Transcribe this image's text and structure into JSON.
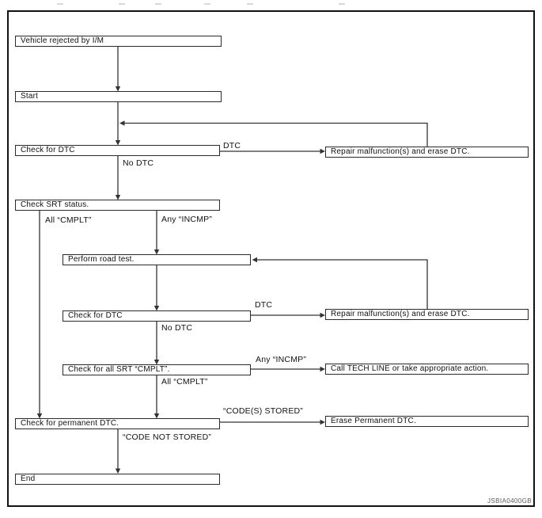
{
  "figure_code": "JSBIA0400GB",
  "colors": {
    "line": "#333333",
    "text": "#111111",
    "frame": "#121212"
  },
  "nodes": {
    "vehicle_rejected": {
      "label": "Vehicle rejected by I/M"
    },
    "start": {
      "label": "Start"
    },
    "check_dtc_1": {
      "label": "Check for DTC"
    },
    "repair_1": {
      "label": "Repair malfunction(s) and erase DTC."
    },
    "check_srt": {
      "label": "Check SRT status."
    },
    "road_test": {
      "label": "Perform road test."
    },
    "check_dtc_2": {
      "label": "Check for DTC"
    },
    "repair_2": {
      "label": "Repair malfunction(s) and erase DTC."
    },
    "check_all_srt": {
      "label": "Check for all SRT “CMPLT”."
    },
    "call_tech": {
      "label": "Call TECH LINE or take appropriate action."
    },
    "check_permanent": {
      "label": "Check for permanent DTC."
    },
    "erase_permanent": {
      "label": "Erase Permanent DTC."
    },
    "end": {
      "label": "End"
    }
  },
  "edge_labels": {
    "dtc_1": "DTC",
    "no_dtc_1": "No DTC",
    "all_cmplt_1": "All “CMPLT”",
    "any_incmp_1": "Any “INCMP”",
    "dtc_2": "DTC",
    "no_dtc_2": "No DTC",
    "any_incmp_2": "Any “INCMP”",
    "all_cmplt_2": "All “CMPLT”",
    "codes_stored": "“CODE(S) STORED”",
    "code_not_stored": "“CODE NOT STORED”"
  }
}
